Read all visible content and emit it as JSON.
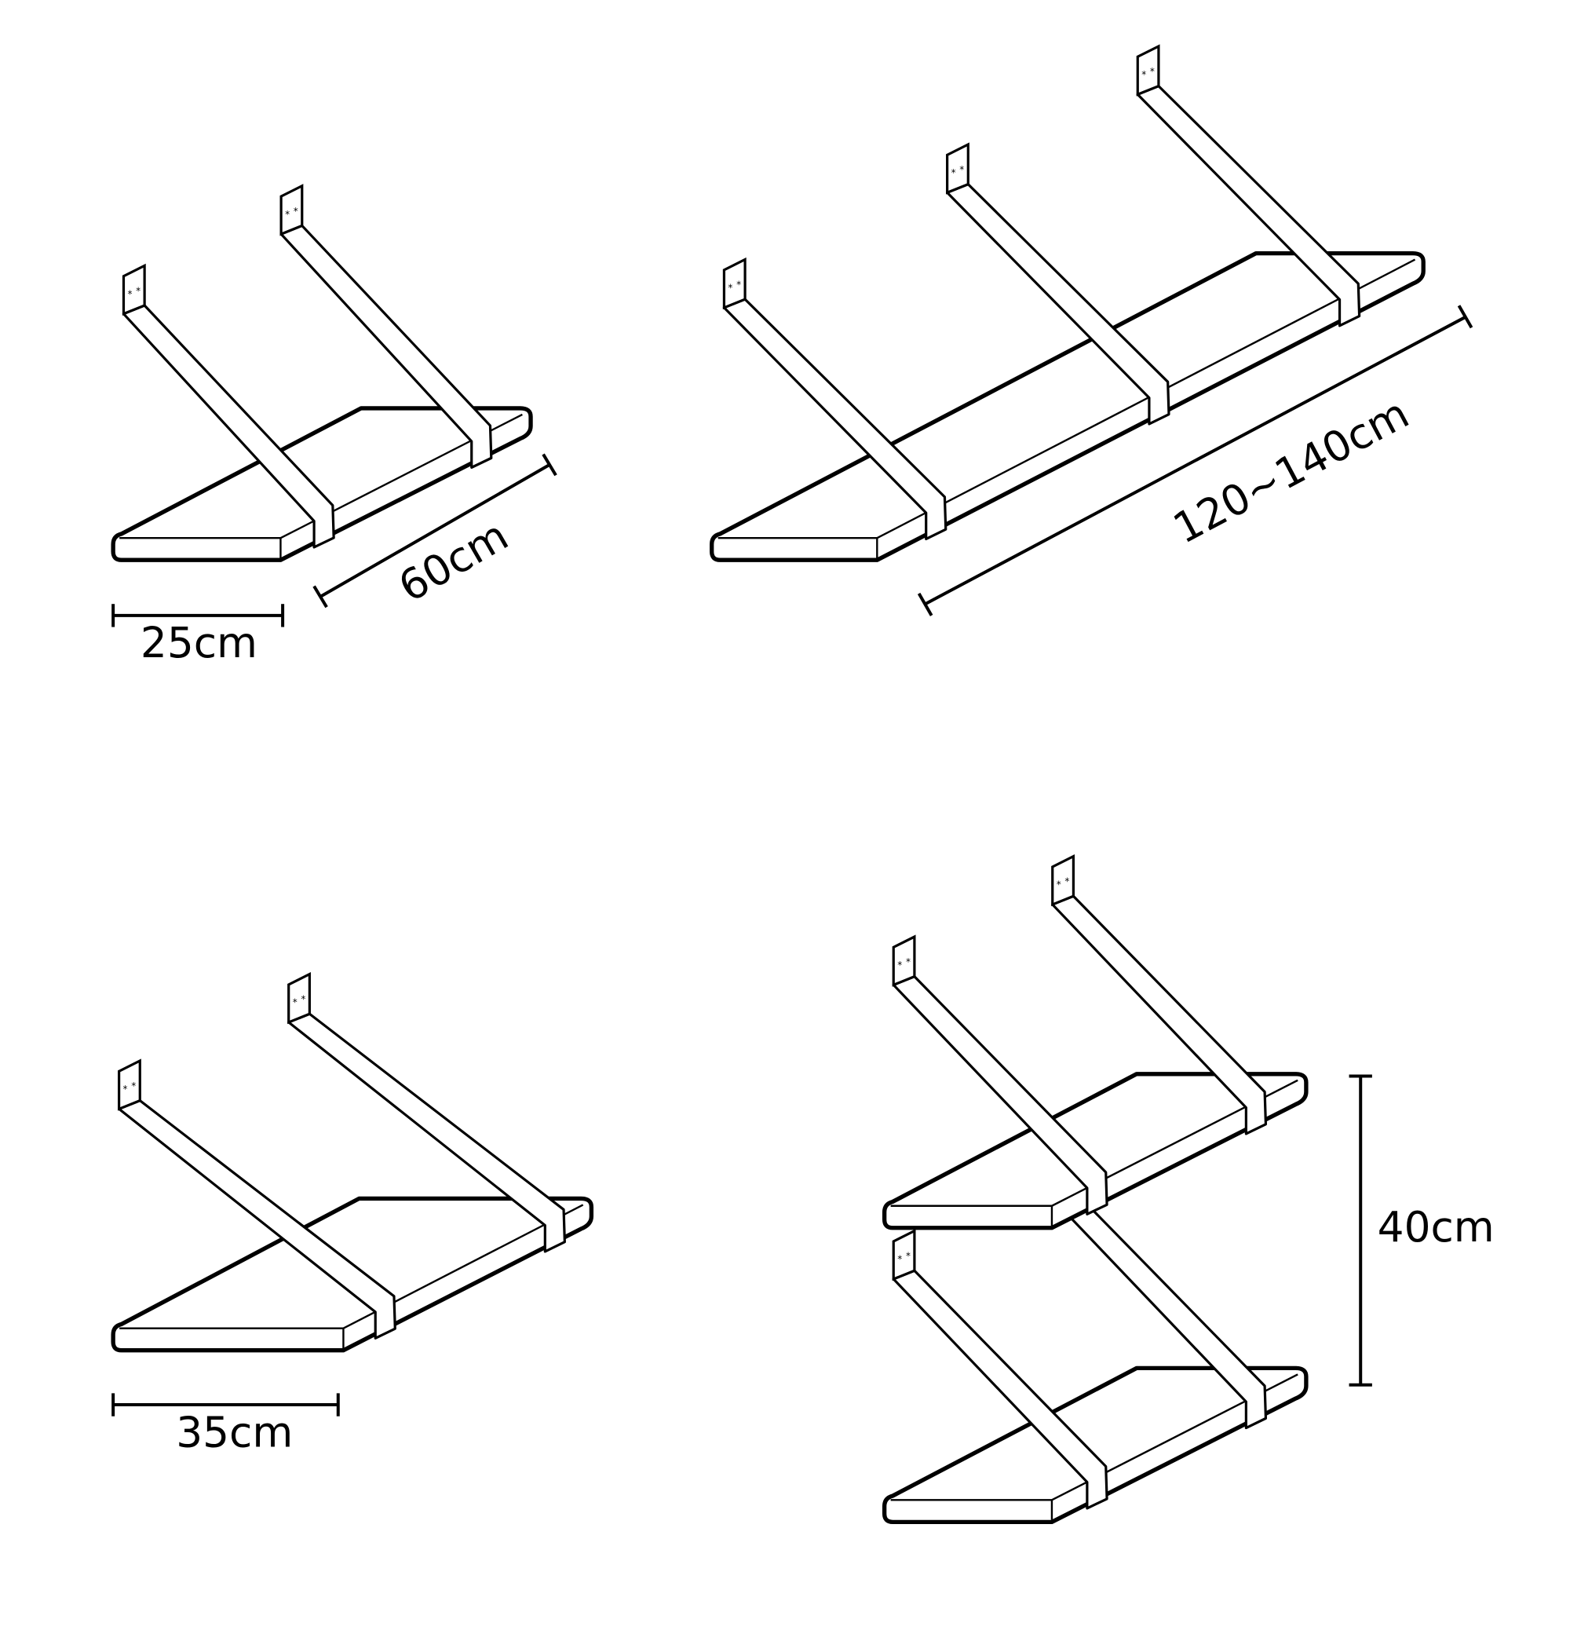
{
  "diagram": {
    "dimensions": {
      "depth_small": "25cm",
      "length_small": "60cm",
      "length_large": "120~140cm",
      "depth_large": "35cm",
      "spacing": "40cm"
    }
  }
}
